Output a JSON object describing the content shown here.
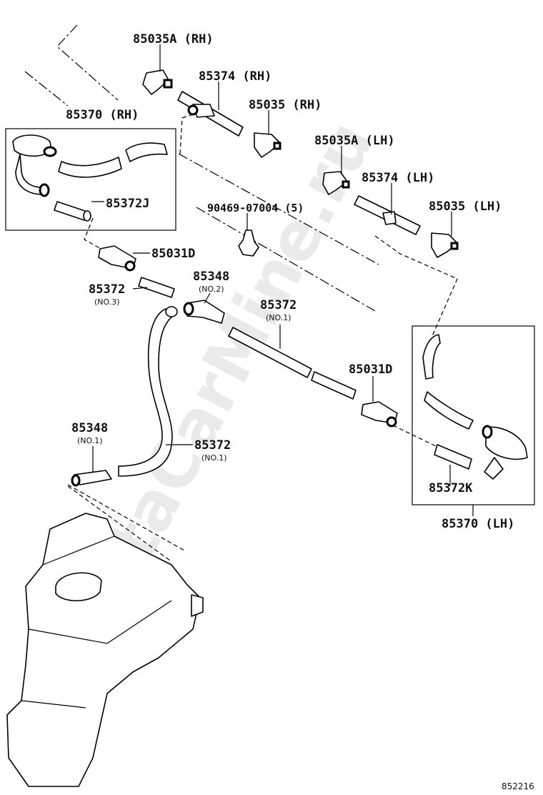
{
  "watermark": "ToyotaCarMine.ru",
  "figure_number": "852216",
  "callouts": {
    "nozzle_a_rh": "85035A (RH)",
    "hose_85374_rh": "85374 (RH)",
    "nozzle_rh": "85035 (RH)",
    "nozzle_a_lh": "85035A (LH)",
    "hose_85374_lh": "85374 (LH)",
    "nozzle_lh": "85035 (LH)",
    "assy_rh": "85370 (RH)",
    "hose_85372j": "85372J",
    "clip_90469": "90469-07004 (5)",
    "valve_85031d_left": "85031D",
    "hose_85372_no3": "85372",
    "hose_85372_no3_sub": "(NO.3)",
    "joint_85348_no2": "85348",
    "joint_85348_no2_sub": "(NO.2)",
    "hose_85372_no1_top": "85372",
    "hose_85372_no1_top_sub": "(NO.1)",
    "valve_85031d_right": "85031D",
    "joint_85348_no1": "85348",
    "joint_85348_no1_sub": "(NO.1)",
    "hose_85372_no1_bottom": "85372",
    "hose_85372_no1_bottom_sub": "(NO.1)",
    "hose_85372k": "85372K",
    "assy_lh": "85370 (LH)"
  }
}
